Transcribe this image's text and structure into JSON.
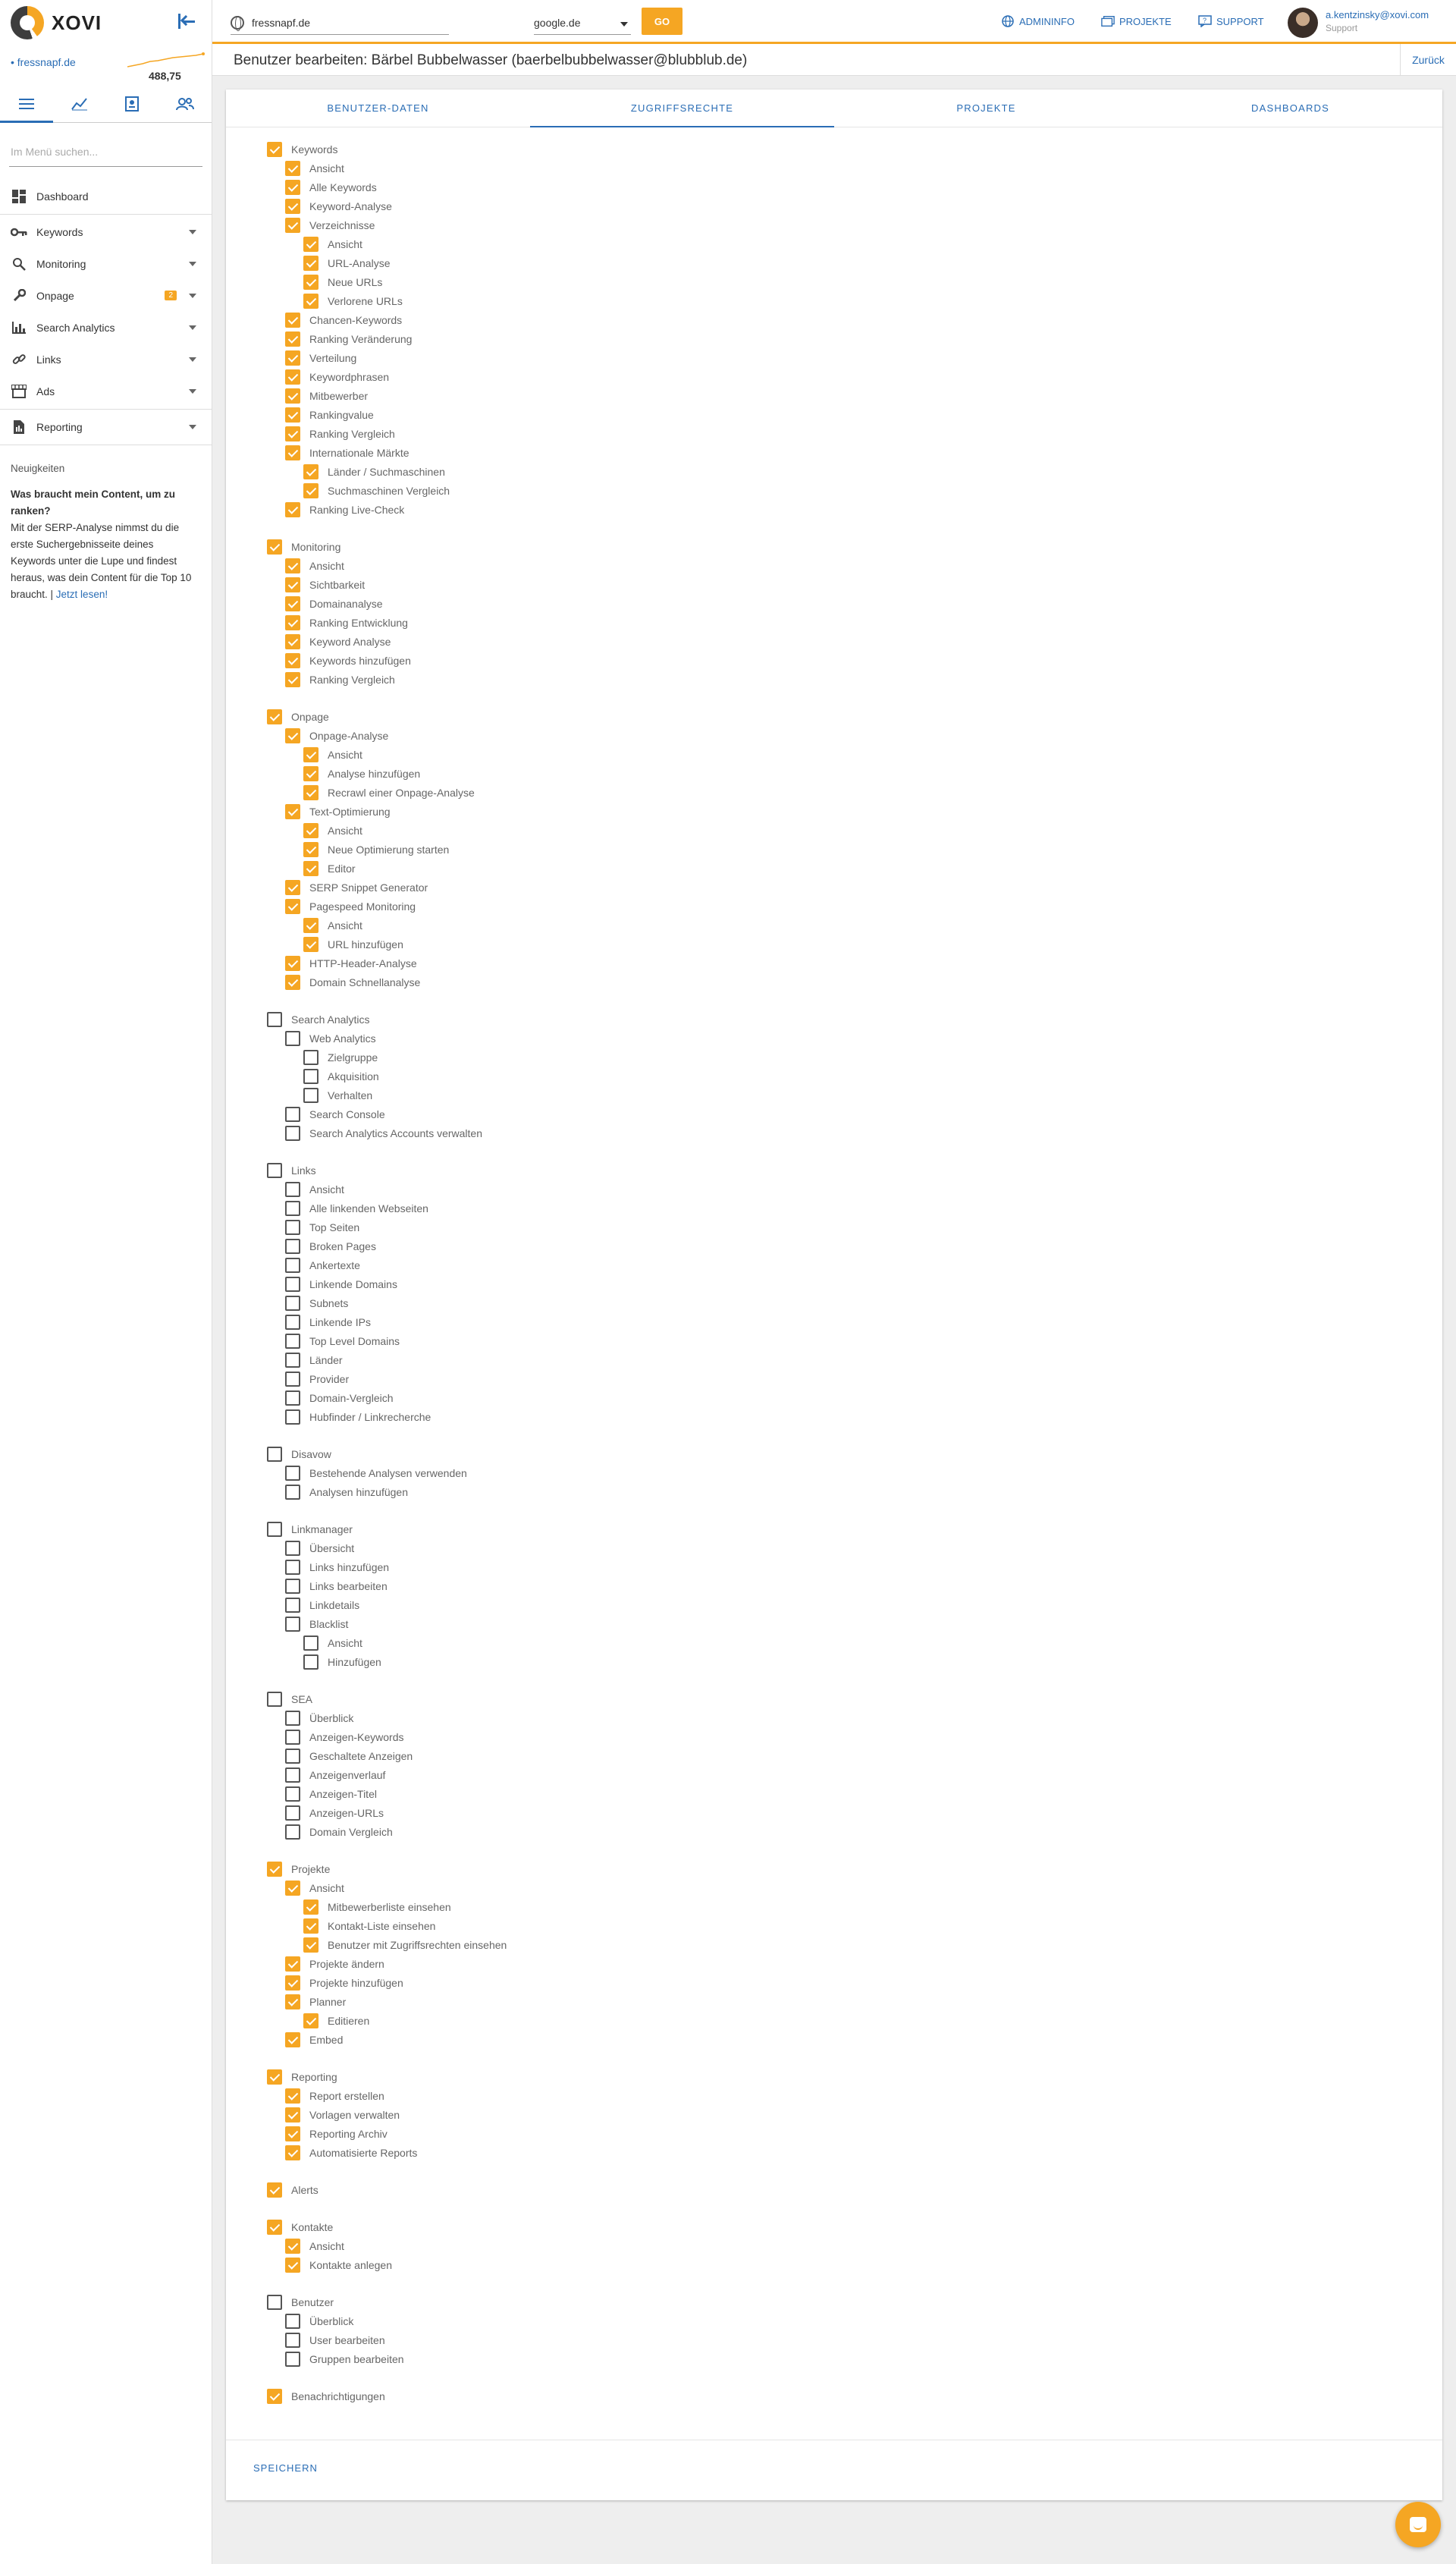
{
  "app": {
    "logo": "XOVI"
  },
  "sidebar": {
    "project": "fressnapf.de",
    "spark_value": "488,75",
    "search_placeholder": "Im Menü suchen...",
    "menu": [
      {
        "label": "Dashboard",
        "icon": "dashboard-icon",
        "caret": false
      },
      {
        "label": "Keywords",
        "icon": "key-icon",
        "caret": true
      },
      {
        "label": "Monitoring",
        "icon": "search-icon",
        "caret": true
      },
      {
        "label": "Onpage",
        "icon": "wrench-icon",
        "caret": true,
        "badge": "2"
      },
      {
        "label": "Search Analytics",
        "icon": "bar-chart-icon",
        "caret": true
      },
      {
        "label": "Links",
        "icon": "link-icon",
        "caret": true
      },
      {
        "label": "Ads",
        "icon": "storefront-icon",
        "caret": true
      },
      {
        "label": "Reporting",
        "icon": "report-icon",
        "caret": true
      }
    ],
    "news": {
      "heading": "Neuigkeiten",
      "title": "Was braucht mein Content, um zu ranken?",
      "body": "Mit der SERP-Analyse nimmst du die erste Suchergebnisseite deines Keywords unter die Lupe und findest heraus, was dein Content für die Top 10 braucht.",
      "separator": " | ",
      "link": "Jetzt lesen!"
    }
  },
  "topbar": {
    "domain": "fressnapf.de",
    "engine": "google.de",
    "go": "GO",
    "admininfo": "ADMININFO",
    "projekte": "PROJEKTE",
    "support": "SUPPORT",
    "email": "a.kentzinsky@xovi.com",
    "role": "Support"
  },
  "page": {
    "title": "Benutzer bearbeiten: Bärbel Bubbelwasser (baerbelbubbelwasser@blubblub.de)",
    "back": "Zurück"
  },
  "tabs": [
    "BENUTZER-DATEN",
    "ZUGRIFFSRECHTE",
    "PROJEKTE",
    "DASHBOARDS"
  ],
  "active_tab": 1,
  "save": "SPEICHERN",
  "colors": {
    "accent": "#f5a623",
    "link": "#2a6db5"
  },
  "permissions": [
    {
      "l": "Keywords",
      "lv": 0,
      "c": true
    },
    {
      "l": "Ansicht",
      "lv": 1,
      "c": true
    },
    {
      "l": "Alle Keywords",
      "lv": 1,
      "c": true
    },
    {
      "l": "Keyword-Analyse",
      "lv": 1,
      "c": true
    },
    {
      "l": "Verzeichnisse",
      "lv": 1,
      "c": true
    },
    {
      "l": "Ansicht",
      "lv": 2,
      "c": true
    },
    {
      "l": "URL-Analyse",
      "lv": 2,
      "c": true
    },
    {
      "l": "Neue URLs",
      "lv": 2,
      "c": true
    },
    {
      "l": "Verlorene URLs",
      "lv": 2,
      "c": true
    },
    {
      "l": "Chancen-Keywords",
      "lv": 1,
      "c": true
    },
    {
      "l": "Ranking Veränderung",
      "lv": 1,
      "c": true
    },
    {
      "l": "Verteilung",
      "lv": 1,
      "c": true
    },
    {
      "l": "Keywordphrasen",
      "lv": 1,
      "c": true
    },
    {
      "l": "Mitbewerber",
      "lv": 1,
      "c": true
    },
    {
      "l": "Rankingvalue",
      "lv": 1,
      "c": true
    },
    {
      "l": "Ranking Vergleich",
      "lv": 1,
      "c": true
    },
    {
      "l": "Internationale Märkte",
      "lv": 1,
      "c": true
    },
    {
      "l": "Länder / Suchmaschinen",
      "lv": 2,
      "c": true
    },
    {
      "l": "Suchmaschinen Vergleich",
      "lv": 2,
      "c": true
    },
    {
      "l": "Ranking Live-Check",
      "lv": 1,
      "c": true
    },
    {
      "l": "Monitoring",
      "lv": 0,
      "c": true,
      "gap": true
    },
    {
      "l": "Ansicht",
      "lv": 1,
      "c": true
    },
    {
      "l": "Sichtbarkeit",
      "lv": 1,
      "c": true
    },
    {
      "l": "Domainanalyse",
      "lv": 1,
      "c": true
    },
    {
      "l": "Ranking Entwicklung",
      "lv": 1,
      "c": true
    },
    {
      "l": "Keyword Analyse",
      "lv": 1,
      "c": true
    },
    {
      "l": "Keywords hinzufügen",
      "lv": 1,
      "c": true
    },
    {
      "l": "Ranking Vergleich",
      "lv": 1,
      "c": true
    },
    {
      "l": "Onpage",
      "lv": 0,
      "c": true,
      "gap": true
    },
    {
      "l": "Onpage-Analyse",
      "lv": 1,
      "c": true
    },
    {
      "l": "Ansicht",
      "lv": 2,
      "c": true
    },
    {
      "l": "Analyse hinzufügen",
      "lv": 2,
      "c": true
    },
    {
      "l": "Recrawl einer Onpage-Analyse",
      "lv": 2,
      "c": true
    },
    {
      "l": "Text-Optimierung",
      "lv": 1,
      "c": true
    },
    {
      "l": "Ansicht",
      "lv": 2,
      "c": true
    },
    {
      "l": "Neue Optimierung starten",
      "lv": 2,
      "c": true
    },
    {
      "l": "Editor",
      "lv": 2,
      "c": true
    },
    {
      "l": "SERP Snippet Generator",
      "lv": 1,
      "c": true
    },
    {
      "l": "Pagespeed Monitoring",
      "lv": 1,
      "c": true
    },
    {
      "l": "Ansicht",
      "lv": 2,
      "c": true
    },
    {
      "l": "URL hinzufügen",
      "lv": 2,
      "c": true
    },
    {
      "l": "HTTP-Header-Analyse",
      "lv": 1,
      "c": true
    },
    {
      "l": "Domain Schnellanalyse",
      "lv": 1,
      "c": true
    },
    {
      "l": "Search Analytics",
      "lv": 0,
      "c": false,
      "gap": true
    },
    {
      "l": "Web Analytics",
      "lv": 1,
      "c": false
    },
    {
      "l": "Zielgruppe",
      "lv": 2,
      "c": false
    },
    {
      "l": "Akquisition",
      "lv": 2,
      "c": false
    },
    {
      "l": "Verhalten",
      "lv": 2,
      "c": false
    },
    {
      "l": "Search Console",
      "lv": 1,
      "c": false
    },
    {
      "l": "Search Analytics Accounts verwalten",
      "lv": 1,
      "c": false
    },
    {
      "l": "Links",
      "lv": 0,
      "c": false,
      "gap": true
    },
    {
      "l": "Ansicht",
      "lv": 1,
      "c": false
    },
    {
      "l": "Alle linkenden Webseiten",
      "lv": 1,
      "c": false
    },
    {
      "l": "Top Seiten",
      "lv": 1,
      "c": false
    },
    {
      "l": "Broken Pages",
      "lv": 1,
      "c": false
    },
    {
      "l": "Ankertexte",
      "lv": 1,
      "c": false
    },
    {
      "l": "Linkende Domains",
      "lv": 1,
      "c": false
    },
    {
      "l": "Subnets",
      "lv": 1,
      "c": false
    },
    {
      "l": "Linkende IPs",
      "lv": 1,
      "c": false
    },
    {
      "l": "Top Level Domains",
      "lv": 1,
      "c": false
    },
    {
      "l": "Länder",
      "lv": 1,
      "c": false
    },
    {
      "l": "Provider",
      "lv": 1,
      "c": false
    },
    {
      "l": "Domain-Vergleich",
      "lv": 1,
      "c": false
    },
    {
      "l": "Hubfinder / Linkrecherche",
      "lv": 1,
      "c": false
    },
    {
      "l": "Disavow",
      "lv": 0,
      "c": false,
      "gap": true
    },
    {
      "l": "Bestehende Analysen verwenden",
      "lv": 1,
      "c": false
    },
    {
      "l": "Analysen hinzufügen",
      "lv": 1,
      "c": false
    },
    {
      "l": "Linkmanager",
      "lv": 0,
      "c": false,
      "gap": true
    },
    {
      "l": "Übersicht",
      "lv": 1,
      "c": false
    },
    {
      "l": "Links hinzufügen",
      "lv": 1,
      "c": false
    },
    {
      "l": "Links bearbeiten",
      "lv": 1,
      "c": false
    },
    {
      "l": "Linkdetails",
      "lv": 1,
      "c": false
    },
    {
      "l": "Blacklist",
      "lv": 1,
      "c": false
    },
    {
      "l": "Ansicht",
      "lv": 2,
      "c": false
    },
    {
      "l": "Hinzufügen",
      "lv": 2,
      "c": false
    },
    {
      "l": "SEA",
      "lv": 0,
      "c": false,
      "gap": true
    },
    {
      "l": "Überblick",
      "lv": 1,
      "c": false
    },
    {
      "l": "Anzeigen-Keywords",
      "lv": 1,
      "c": false
    },
    {
      "l": "Geschaltete Anzeigen",
      "lv": 1,
      "c": false
    },
    {
      "l": "Anzeigenverlauf",
      "lv": 1,
      "c": false
    },
    {
      "l": "Anzeigen-Titel",
      "lv": 1,
      "c": false
    },
    {
      "l": "Anzeigen-URLs",
      "lv": 1,
      "c": false
    },
    {
      "l": "Domain Vergleich",
      "lv": 1,
      "c": false
    },
    {
      "l": "Projekte",
      "lv": 0,
      "c": true,
      "gap": true
    },
    {
      "l": "Ansicht",
      "lv": 1,
      "c": true
    },
    {
      "l": "Mitbewerberliste einsehen",
      "lv": 2,
      "c": true
    },
    {
      "l": "Kontakt-Liste einsehen",
      "lv": 2,
      "c": true
    },
    {
      "l": "Benutzer mit Zugriffsrechten einsehen",
      "lv": 2,
      "c": true
    },
    {
      "l": "Projekte ändern",
      "lv": 1,
      "c": true
    },
    {
      "l": "Projekte hinzufügen",
      "lv": 1,
      "c": true
    },
    {
      "l": "Planner",
      "lv": 1,
      "c": true
    },
    {
      "l": "Editieren",
      "lv": 2,
      "c": true
    },
    {
      "l": "Embed",
      "lv": 1,
      "c": true
    },
    {
      "l": "Reporting",
      "lv": 0,
      "c": true,
      "gap": true
    },
    {
      "l": "Report erstellen",
      "lv": 1,
      "c": true
    },
    {
      "l": "Vorlagen verwalten",
      "lv": 1,
      "c": true
    },
    {
      "l": "Reporting Archiv",
      "lv": 1,
      "c": true
    },
    {
      "l": "Automatisierte Reports",
      "lv": 1,
      "c": true
    },
    {
      "l": "Alerts",
      "lv": 0,
      "c": true,
      "gap": true
    },
    {
      "l": "Kontakte",
      "lv": 0,
      "c": true,
      "gap": true
    },
    {
      "l": "Ansicht",
      "lv": 1,
      "c": true
    },
    {
      "l": "Kontakte anlegen",
      "lv": 1,
      "c": true
    },
    {
      "l": "Benutzer",
      "lv": 0,
      "c": false,
      "gap": true
    },
    {
      "l": "Überblick",
      "lv": 1,
      "c": false
    },
    {
      "l": "User bearbeiten",
      "lv": 1,
      "c": false
    },
    {
      "l": "Gruppen bearbeiten",
      "lv": 1,
      "c": false
    },
    {
      "l": "Benachrichtigungen",
      "lv": 0,
      "c": true,
      "gap": true
    }
  ]
}
